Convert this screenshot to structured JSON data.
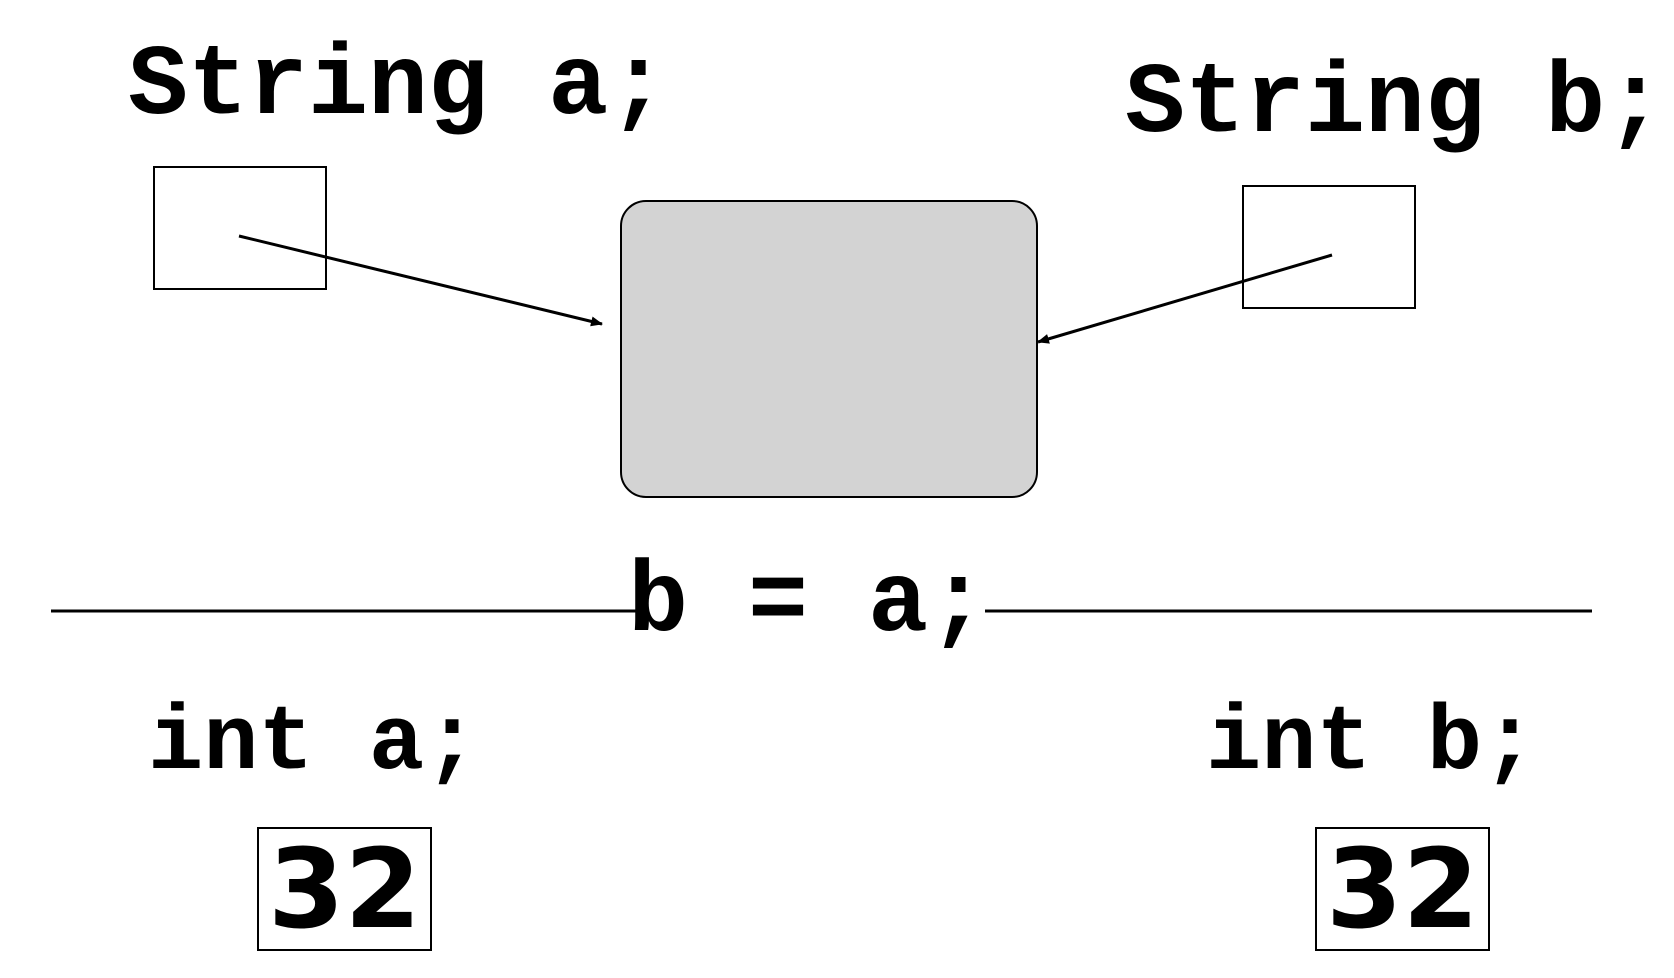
{
  "string_section": {
    "left_declaration": "String a;",
    "right_declaration": "String b;",
    "string_object_fill": "#d3d3d3"
  },
  "assignment": "b = a;",
  "int_section": {
    "left_declaration": "int a;",
    "right_declaration": "int b;",
    "left_value": "32",
    "right_value": "32"
  }
}
